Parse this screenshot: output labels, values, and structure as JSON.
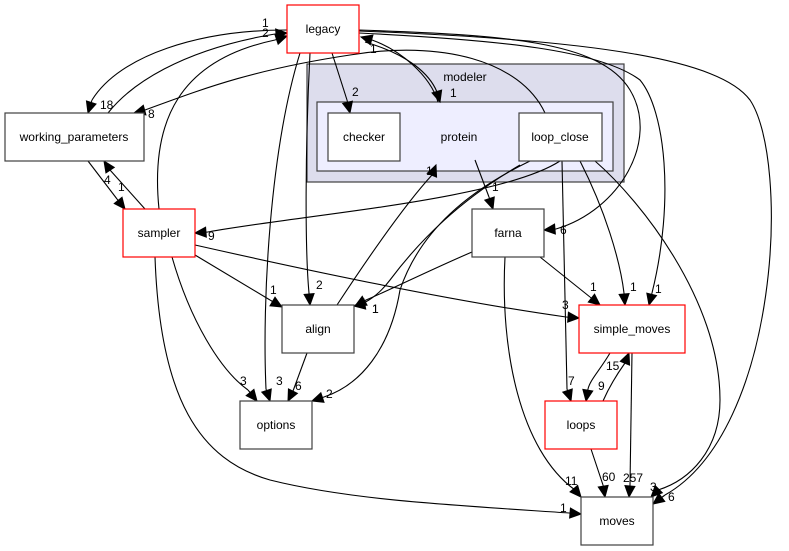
{
  "diagram": {
    "type": "directory-dependency-graph",
    "colors": {
      "outer_cluster_fill": "#dddded",
      "outer_cluster_stroke": "#404040",
      "inner_cluster_fill": "#eeeeff",
      "inner_cluster_stroke": "#404040",
      "node_stroke_default": "#404040",
      "node_stroke_highlight": "#ff0000",
      "edge": "#000000"
    },
    "clusters": [
      {
        "id": "modeler",
        "label": "modeler"
      },
      {
        "id": "protein",
        "label": "protein"
      }
    ],
    "nodes": [
      {
        "id": "legacy",
        "label": "legacy",
        "highlight": true
      },
      {
        "id": "working_parameters",
        "label": "working_parameters",
        "highlight": false
      },
      {
        "id": "checker",
        "label": "checker",
        "highlight": false,
        "cluster": "protein"
      },
      {
        "id": "loop_close",
        "label": "loop_close",
        "highlight": false,
        "cluster": "protein"
      },
      {
        "id": "sampler",
        "label": "sampler",
        "highlight": true
      },
      {
        "id": "farna",
        "label": "farna",
        "highlight": false
      },
      {
        "id": "align",
        "label": "align",
        "highlight": false
      },
      {
        "id": "simple_moves",
        "label": "simple_moves",
        "highlight": true
      },
      {
        "id": "options",
        "label": "options",
        "highlight": false
      },
      {
        "id": "loops",
        "label": "loops",
        "highlight": true
      },
      {
        "id": "moves",
        "label": "moves",
        "highlight": false
      }
    ],
    "edges": [
      {
        "from": "working_parameters",
        "to": "legacy",
        "label": "1"
      },
      {
        "from": "sampler",
        "to": "legacy",
        "label": "2"
      },
      {
        "from": "legacy",
        "to": "working_parameters",
        "label": "18"
      },
      {
        "from": "loop_close",
        "to": "working_parameters",
        "label": "8"
      },
      {
        "from": "legacy",
        "to": "checker",
        "label": "2"
      },
      {
        "from": "legacy",
        "to": "protein",
        "label": "1"
      },
      {
        "from": "protein",
        "to": "legacy",
        "label": "1"
      },
      {
        "from": "working_parameters",
        "to": "sampler",
        "label": "4"
      },
      {
        "from": "sampler",
        "to": "working_parameters",
        "label": "1"
      },
      {
        "from": "loop_close",
        "to": "sampler",
        "label": "9"
      },
      {
        "from": "protein",
        "to": "farna",
        "label": "1"
      },
      {
        "from": "legacy",
        "to": "farna",
        "label": "6"
      },
      {
        "from": "sampler",
        "to": "align",
        "label": "1"
      },
      {
        "from": "legacy",
        "to": "align",
        "label": "2"
      },
      {
        "from": "protein",
        "to": "align",
        "label": "1"
      },
      {
        "from": "farna",
        "to": "align",
        "label": "1"
      },
      {
        "from": "align",
        "to": "protein",
        "label": "1"
      },
      {
        "from": "sampler",
        "to": "simple_moves",
        "label": "3"
      },
      {
        "from": "farna",
        "to": "simple_moves",
        "label": "1"
      },
      {
        "from": "loop_close",
        "to": "simple_moves",
        "label": "1"
      },
      {
        "from": "legacy",
        "to": "simple_moves",
        "label": "1"
      },
      {
        "from": "sampler",
        "to": "options",
        "label": "3"
      },
      {
        "from": "legacy",
        "to": "options",
        "label": "3"
      },
      {
        "from": "align",
        "to": "options",
        "label": "6"
      },
      {
        "from": "loop_close",
        "to": "options",
        "label": "2"
      },
      {
        "from": "loop_close",
        "to": "loops",
        "label": "7"
      },
      {
        "from": "simple_moves",
        "to": "loops",
        "label": "9"
      },
      {
        "from": "loops",
        "to": "simple_moves",
        "label": "15"
      },
      {
        "from": "farna",
        "to": "moves",
        "label": "11"
      },
      {
        "from": "loops",
        "to": "moves",
        "label": "60"
      },
      {
        "from": "simple_moves",
        "to": "moves",
        "label": "257"
      },
      {
        "from": "loop_close",
        "to": "moves",
        "label": "3"
      },
      {
        "from": "legacy",
        "to": "moves",
        "label": "6"
      },
      {
        "from": "sampler",
        "to": "moves",
        "label": "1"
      }
    ]
  }
}
